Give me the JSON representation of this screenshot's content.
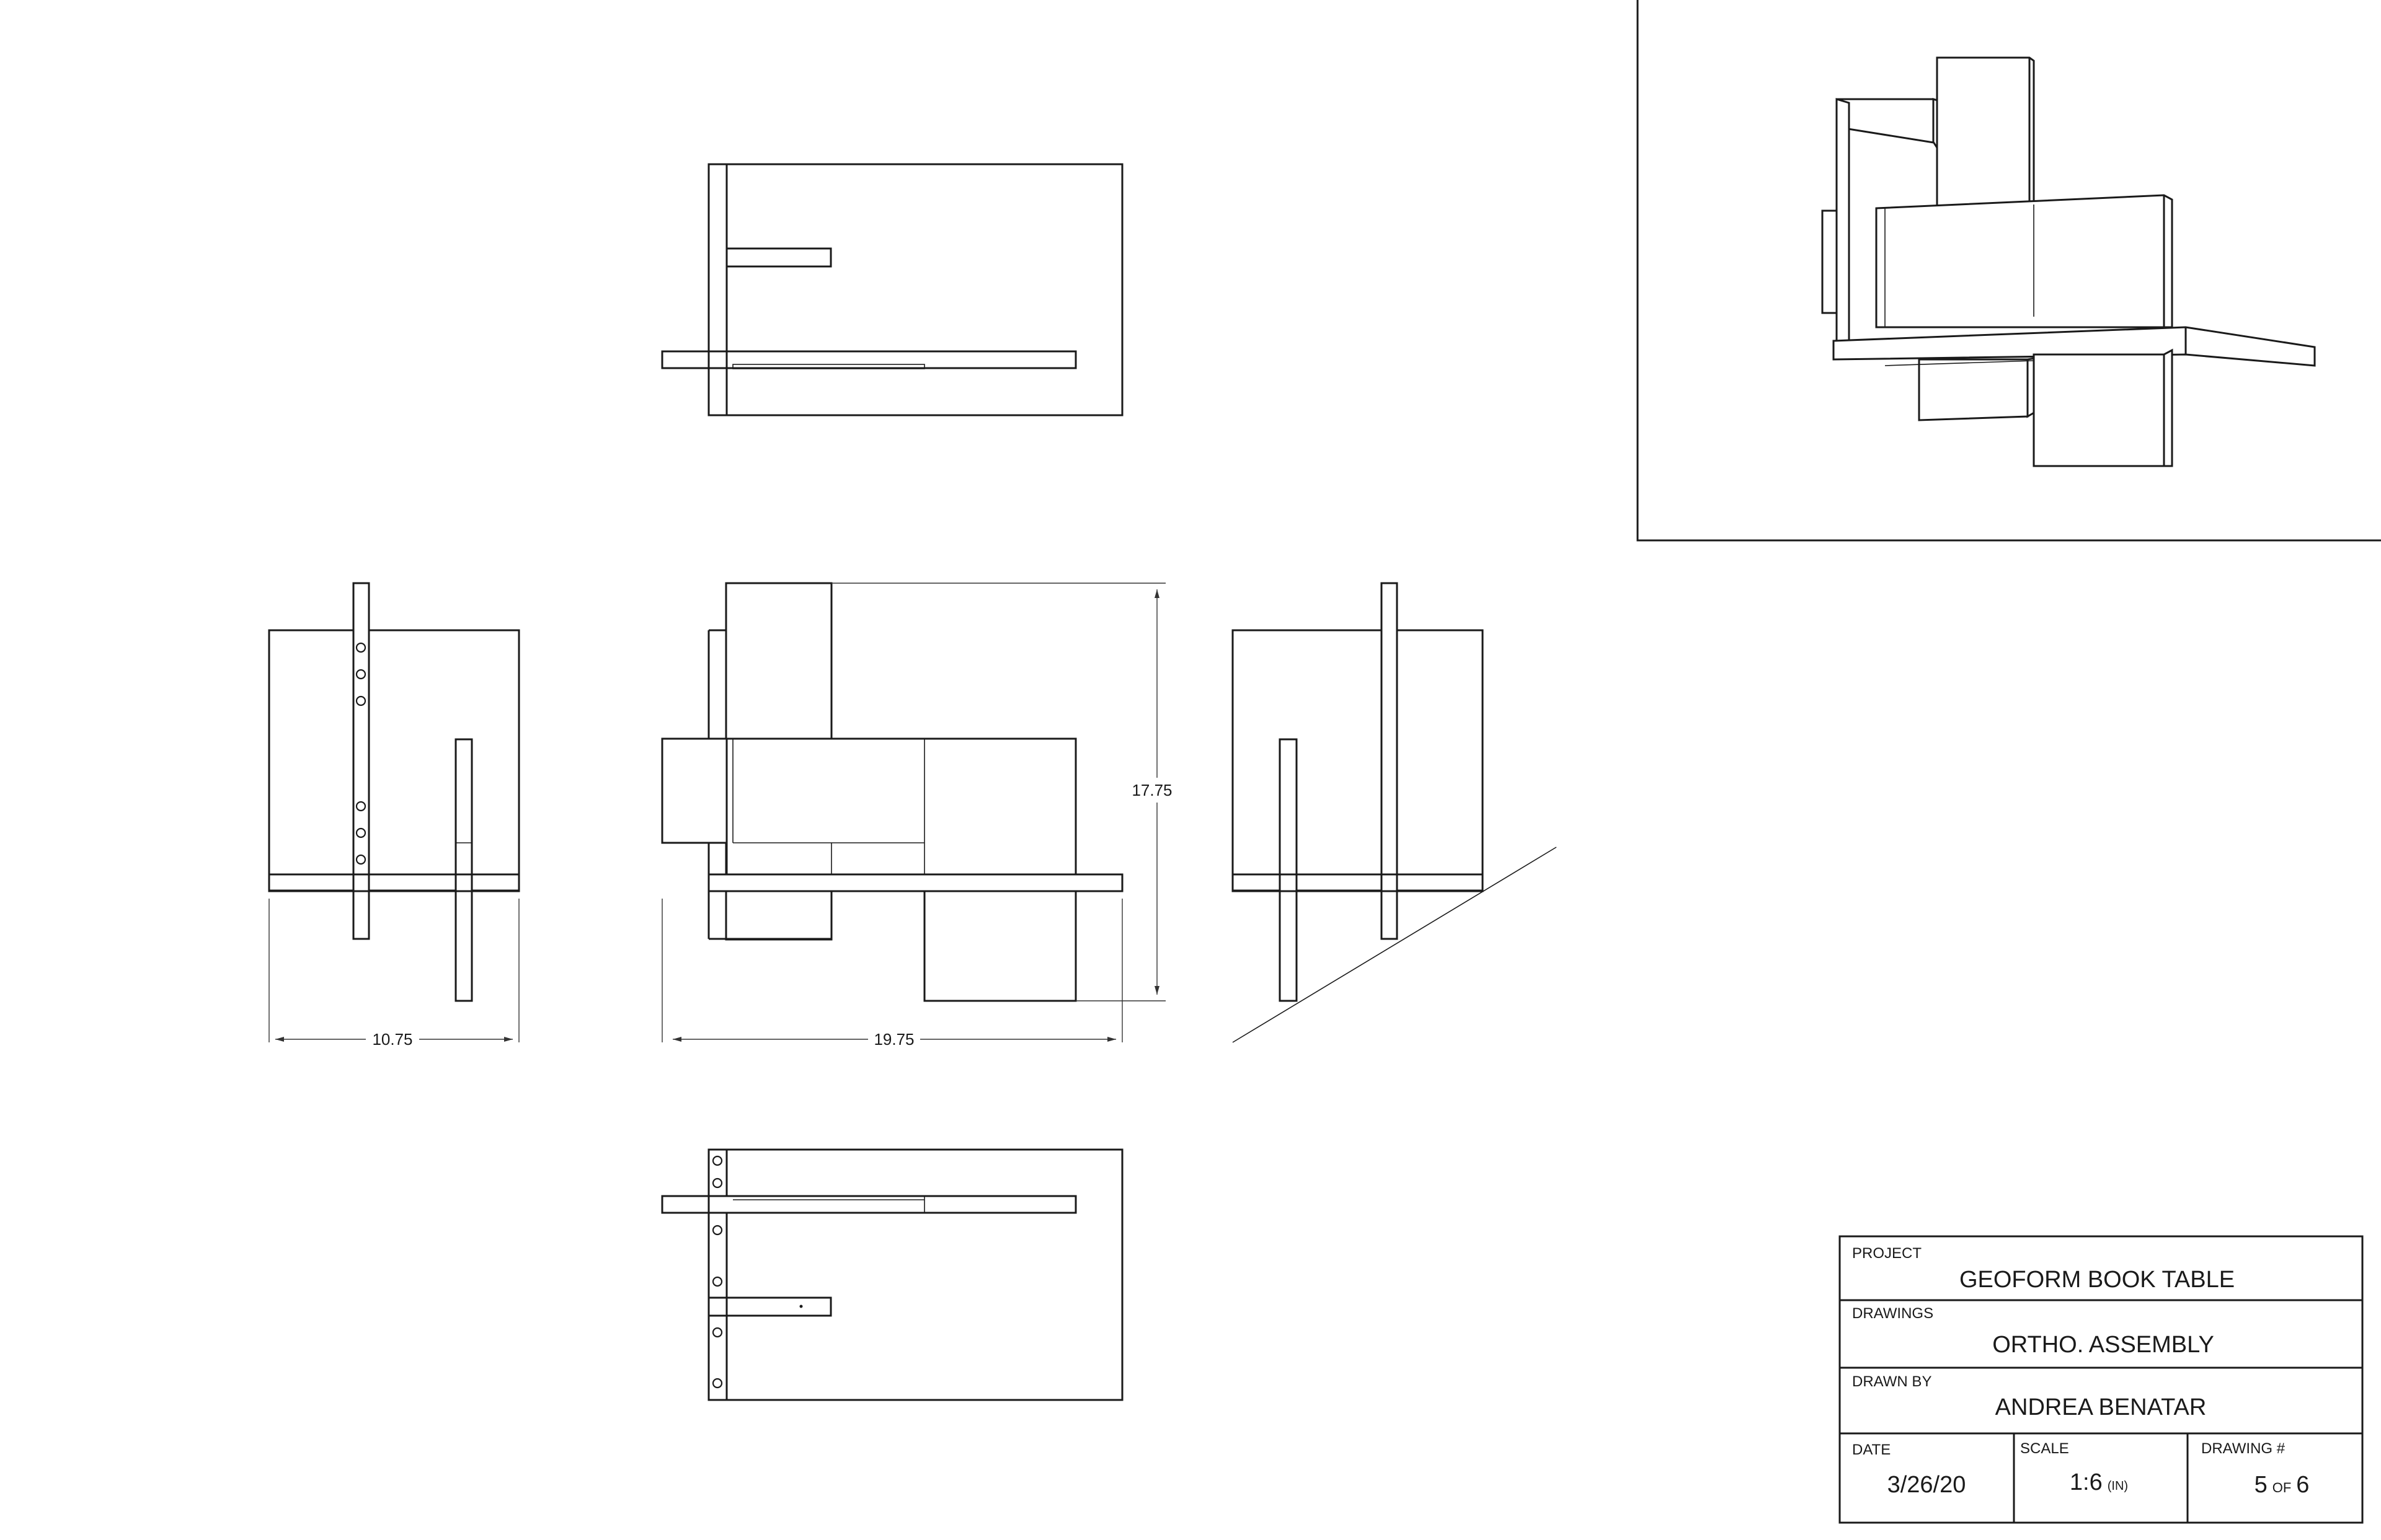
{
  "dimensions": {
    "left_width": "10.75",
    "front_width": "19.75",
    "front_height": "17.75"
  },
  "title_block": {
    "project_label": "PROJECT",
    "project_value": "GEOFORM BOOK TABLE",
    "drawings_label": "DRAWINGS",
    "drawings_value": "ORTHO. ASSEMBLY",
    "drawn_by_label": "DRAWN BY",
    "drawn_by_value": "ANDREA BENATAR",
    "date_label": "DATE",
    "date_value": "3/26/20",
    "scale_label": "SCALE",
    "scale_value": "1:6",
    "scale_unit": "(IN)",
    "drawing_no_label": "DRAWING #",
    "drawing_no_current": "5",
    "drawing_no_of": "OF",
    "drawing_no_total": "6"
  }
}
